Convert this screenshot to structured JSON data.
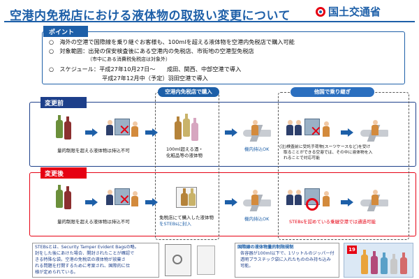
{
  "header": {
    "title": "空港内免税店における液体物の取扱い変更について",
    "logo_text": "国土交通省"
  },
  "point": {
    "label": "ポイント",
    "lines": [
      "○　海外の空港で国際線を乗り継ぐお客様も、100mlを超える液体物を空港内免税店で購入可能",
      "○　対象範囲：出発の保安検査後にある空港内の免税店、市街地の空港型免税店",
      "（市中にある消費税免税店は対象外）",
      "○　スケジュール：平成27年10月27日～　　成田、関西、中部空港で導入",
      "平成27年12月中（予定）羽田空港で導入"
    ]
  },
  "sections": {
    "before_label": "変更前",
    "after_label": "変更後",
    "column_a_tab": "空港内免税店で購入",
    "column_b_tab": "他国で乗り継ぎ"
  },
  "before": {
    "cap1": "量的制限を超える液体物は持込不可",
    "cap2_l1": "100ml超える酒・",
    "cap2_l2": "化粧品等の液体物",
    "cap3": "機内持込OK",
    "cap4_l1": "(注)検査前に受託手荷物(スーツケースなど)を受け",
    "cap4_l2": "取ることができる空港では、その中に液体物を入",
    "cap4_l3": "れることで対応可能"
  },
  "after": {
    "cap1": "量的制限を超える液体物は持込不可",
    "cap2_l1": "免税店にて購入した液体物",
    "cap2_l2": "をSTEBsに封入",
    "cap3": "機内持込OK",
    "cap4": "STEBsを認めている乗継空港では通過可能"
  },
  "footer": {
    "stebs_lines": [
      "STEBsとは、Security Tamper Evident Bagsの略。",
      "封をした後にあけた場合、開封されたことが確認で",
      "きる特殊な袋。空港の免税店の液体物が放棄さ",
      "れる問題を打開するために考案され、国際的に仕",
      "様が定められている。"
    ],
    "rule_lines": [
      "国際線の液体物量的制限規制",
      "各容器が100ml以下で、1リットルのジッパー付",
      "透明プラスチック袋に入れたもののみ持ち込み",
      "可能。"
    ],
    "thumb_badge": "19"
  },
  "colors": {
    "brand_blue": "#1d5fa8",
    "before_navy": "#1d3f8a",
    "after_red": "#e60012"
  }
}
